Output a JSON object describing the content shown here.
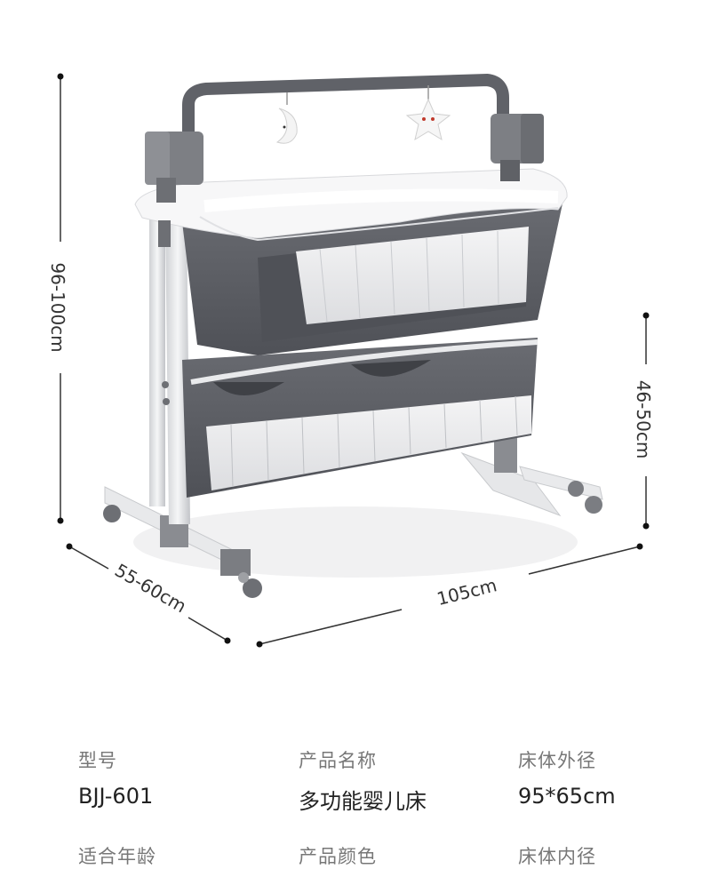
{
  "dimensions": {
    "height_total": "96-100cm",
    "height_bed": "46-50cm",
    "depth": "55-60cm",
    "length": "105cm"
  },
  "specs": [
    {
      "key": "型号",
      "value": "BJJ-601"
    },
    {
      "key": "产品名称",
      "value": "多功能婴儿床"
    },
    {
      "key": "床体外径",
      "value": "95*65cm"
    },
    {
      "key": "适合年龄",
      "value": ""
    },
    {
      "key": "产品颜色",
      "value": ""
    },
    {
      "key": "床体内径",
      "value": ""
    }
  ],
  "colors": {
    "fabric": "#5d5f66",
    "frame": "#e6e7e9",
    "accent": "#7b7d82"
  },
  "icons": [
    "moon-toy-icon",
    "star-toy-icon"
  ]
}
